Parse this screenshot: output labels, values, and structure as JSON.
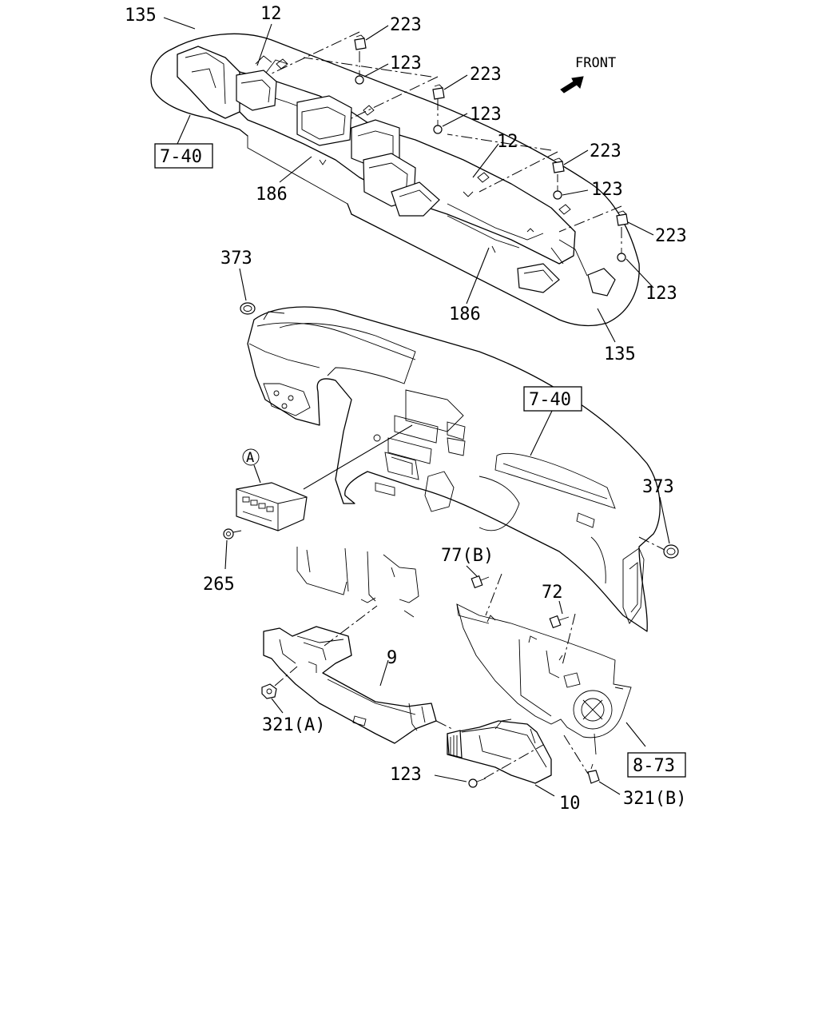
{
  "labels": {
    "l135_top": "135",
    "l12_top": "12",
    "l223_a": "223",
    "l123_a": "123",
    "l223_b": "223",
    "l123_b": "123",
    "front": "FRONT",
    "l12_mid": "12",
    "l223_c": "223",
    "l123_c": "123",
    "l223_d": "223",
    "l123_d": "123",
    "ref740_top": "7-40",
    "l186_a": "186",
    "l186_b": "186",
    "l135_bot": "135",
    "l373_left": "373",
    "ref740_mid": "7-40",
    "l373_right": "373",
    "circle_a": "A",
    "l265": "265",
    "l77b": "77(B)",
    "l72": "72",
    "l9": "9",
    "l321a": "321(A)",
    "l123_e": "123",
    "l10": "10",
    "ref873": "8-73",
    "l321b": "321(B)"
  }
}
